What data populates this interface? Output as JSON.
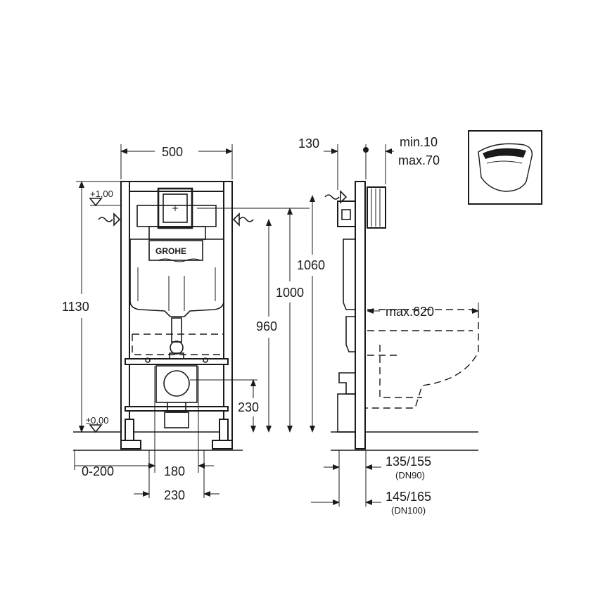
{
  "front": {
    "width": "500",
    "height_total": "1130",
    "level_top": "+1,00",
    "level_zero": "±0,00",
    "inlet_height": "960",
    "frame_height": "1000",
    "drain_height": "230",
    "offset": "0-200",
    "bolt_spacing": "180",
    "outer_spacing": "230",
    "brand": "GROHE"
  },
  "side": {
    "depth": "130",
    "panel_min": "min.10",
    "panel_max": "max.70",
    "height": "1060",
    "bowl_max": "max.620",
    "dn90_values": "135/155",
    "dn90_label": "(DN90)",
    "dn100_values": "145/165",
    "dn100_label": "(DN100)"
  }
}
